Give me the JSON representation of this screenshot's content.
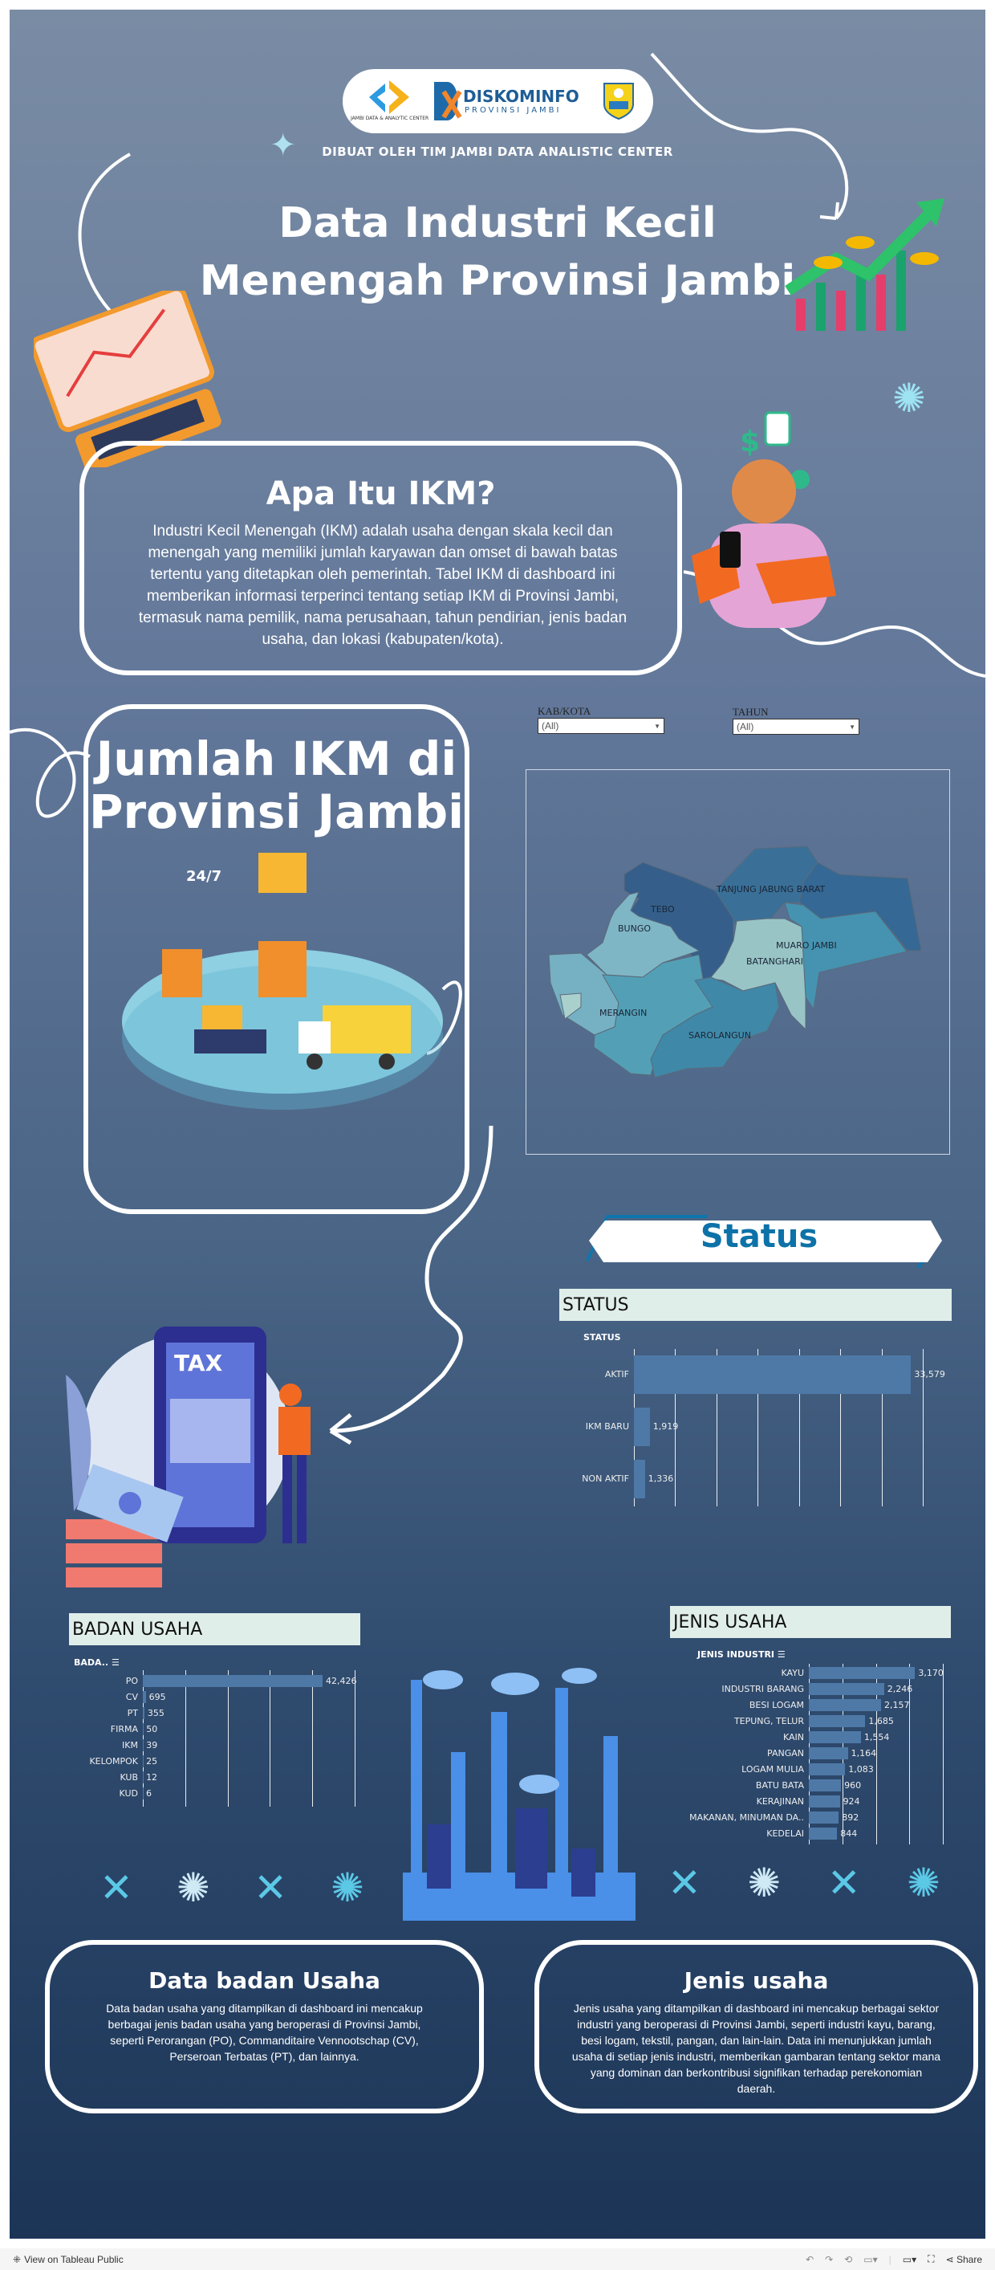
{
  "header": {
    "logos": [
      "JAMBI DATA & ANALYTIC CENTER",
      "DISKOMINFO PROVINSI JAMBI",
      "Provinsi Jambi emblem"
    ],
    "diskominfo": "DISKOMINFO",
    "provinsi": "PROVINSI JAMBI",
    "jdac": "JAMBI DATA & ANALYTIC CENTER",
    "credit": "DIBUAT OLEH TIM JAMBI DATA ANALISTIC CENTER",
    "title_line1": "Data Industri Kecil",
    "title_line2": "Menengah Provinsi Jambi"
  },
  "ikm": {
    "title": "Apa Itu IKM?",
    "text": "Industri Kecil Menengah (IKM) adalah usaha dengan skala kecil dan menengah yang memiliki jumlah karyawan dan omset di bawah batas tertentu yang ditetapkan oleh pemerintah. Tabel IKM di dashboard ini memberikan informasi terperinci tentang setiap IKM di Provinsi Jambi, termasuk nama pemilik, nama perusahaan, tahun pendirian, jenis badan usaha, dan lokasi (kabupaten/kota)."
  },
  "jumlah": {
    "title_line1": "Jumlah IKM di",
    "title_line2": "Provinsi Jambi"
  },
  "filters": [
    {
      "label": "KAB/KOTA",
      "value": "(All)"
    },
    {
      "label": "TAHUN",
      "value": "(All)"
    }
  ],
  "map": {
    "regions": [
      {
        "name": "TEBO",
        "color": "#355f8a"
      },
      {
        "name": "TANJUNG JABUNG BARAT",
        "color": "#3a7098"
      },
      {
        "name": "BUNGO",
        "color": "#7fb6c6"
      },
      {
        "name": "MUARO JAMBI",
        "color": "#4593b0"
      },
      {
        "name": "BATANGHARI",
        "color": "#98c4c6"
      },
      {
        "name": "MERANGIN",
        "color": "#53a0b6"
      },
      {
        "name": "SAROLANGUN",
        "color": "#3f88a8"
      }
    ]
  },
  "status_banner": "Status",
  "chart_data": [
    {
      "type": "bar",
      "title": "STATUS",
      "ylabel": "STATUS",
      "categories": [
        "AKTIF",
        "IKM BARU",
        "NON AKTIF"
      ],
      "values": [
        33579,
        1919,
        1336
      ],
      "labels": [
        "33,579",
        "1,919",
        "1,336"
      ],
      "xlim": [
        0,
        35000
      ],
      "grid_step": 5000
    },
    {
      "type": "bar",
      "title": "BADAN USAHA",
      "ylabel": "BADA..",
      "categories": [
        "PO",
        "CV",
        "PT",
        "FIRMA",
        "IKM",
        "KELOMPOK",
        "KUB",
        "KUD"
      ],
      "values": [
        42426,
        695,
        355,
        50,
        39,
        25,
        12,
        6
      ],
      "labels": [
        "42,426",
        "695",
        "355",
        "50",
        "39",
        "25",
        "12",
        "6"
      ],
      "xlim": [
        0,
        50000
      ],
      "grid_step": 10000
    },
    {
      "type": "bar",
      "title": "JENIS USAHA",
      "ylabel": "JENIS INDUSTRI",
      "categories": [
        "KAYU",
        "INDUSTRI BARANG",
        "BESI LOGAM",
        "TEPUNG, TELUR",
        "KAIN",
        "PANGAN",
        "LOGAM MULIA",
        "BATU BATA",
        "KERAJINAN",
        "MAKANAN, MINUMAN DA..",
        "KEDELAI"
      ],
      "values": [
        3170,
        2246,
        2157,
        1685,
        1554,
        1164,
        1083,
        960,
        924,
        892,
        844
      ],
      "labels": [
        "3,170",
        "2,246",
        "2,157",
        "1,685",
        "1,554",
        "1,164",
        "1,083",
        "960",
        "924",
        "892",
        "844"
      ],
      "xlim": [
        0,
        4000
      ],
      "grid_step": 1000
    }
  ],
  "bar_color": "#4e79a7",
  "badan_box": {
    "title": "Data badan Usaha",
    "text": "Data badan usaha yang ditampilkan di dashboard ini mencakup berbagai jenis badan usaha yang beroperasi di Provinsi Jambi, seperti Perorangan (PO), Commanditaire Vennootschap (CV), Perseroan Terbatas (PT), dan lainnya."
  },
  "jenis_box": {
    "title": "Jenis usaha",
    "text": "Jenis usaha yang ditampilkan di dashboard ini mencakup berbagai sektor industri yang beroperasi di Provinsi Jambi, seperti industri kayu, barang, besi logam, tekstil, pangan, dan lain-lain. Data ini menunjukkan jumlah usaha di setiap jenis industri, memberikan gambaran tentang sektor mana yang dominan dan berkontribusi signifikan terhadap perekonomian daerah."
  },
  "footer": {
    "view": "View on Tableau Public",
    "share": "Share"
  }
}
